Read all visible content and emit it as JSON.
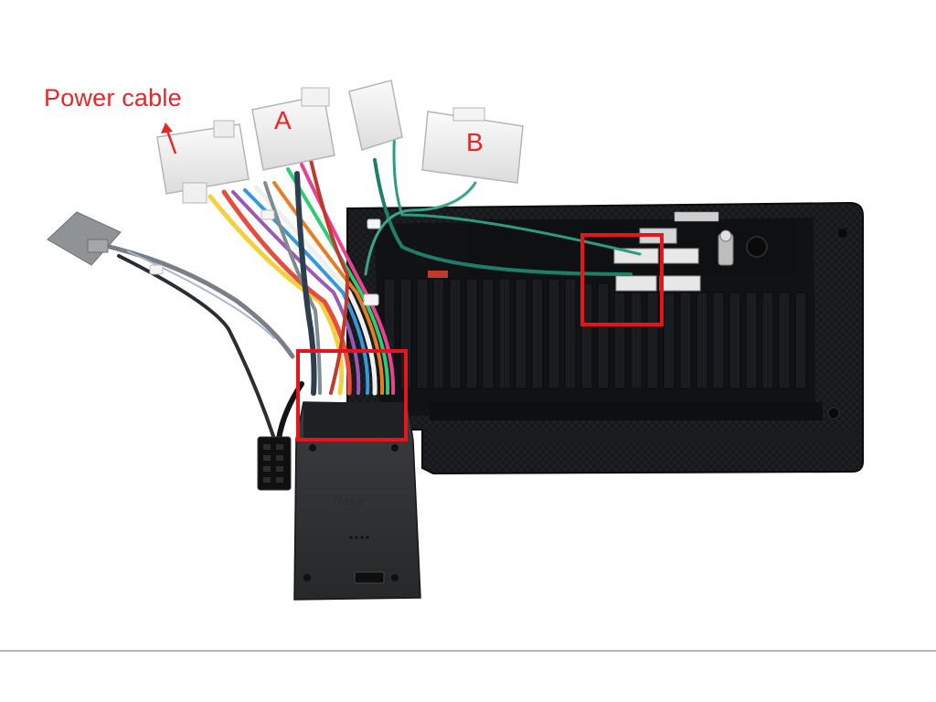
{
  "labels": {
    "power_cable": "Power cable",
    "connector_a": "A",
    "connector_b": "B"
  },
  "decoder_box": {
    "brand": "Rake"
  },
  "colors": {
    "annotation_red": "#e8262a",
    "unit_black": "#141516",
    "connector_white": "#f2f2f2",
    "page_background": "#ffffff"
  },
  "icons": {
    "arrow": "arrow-up-left-icon"
  }
}
